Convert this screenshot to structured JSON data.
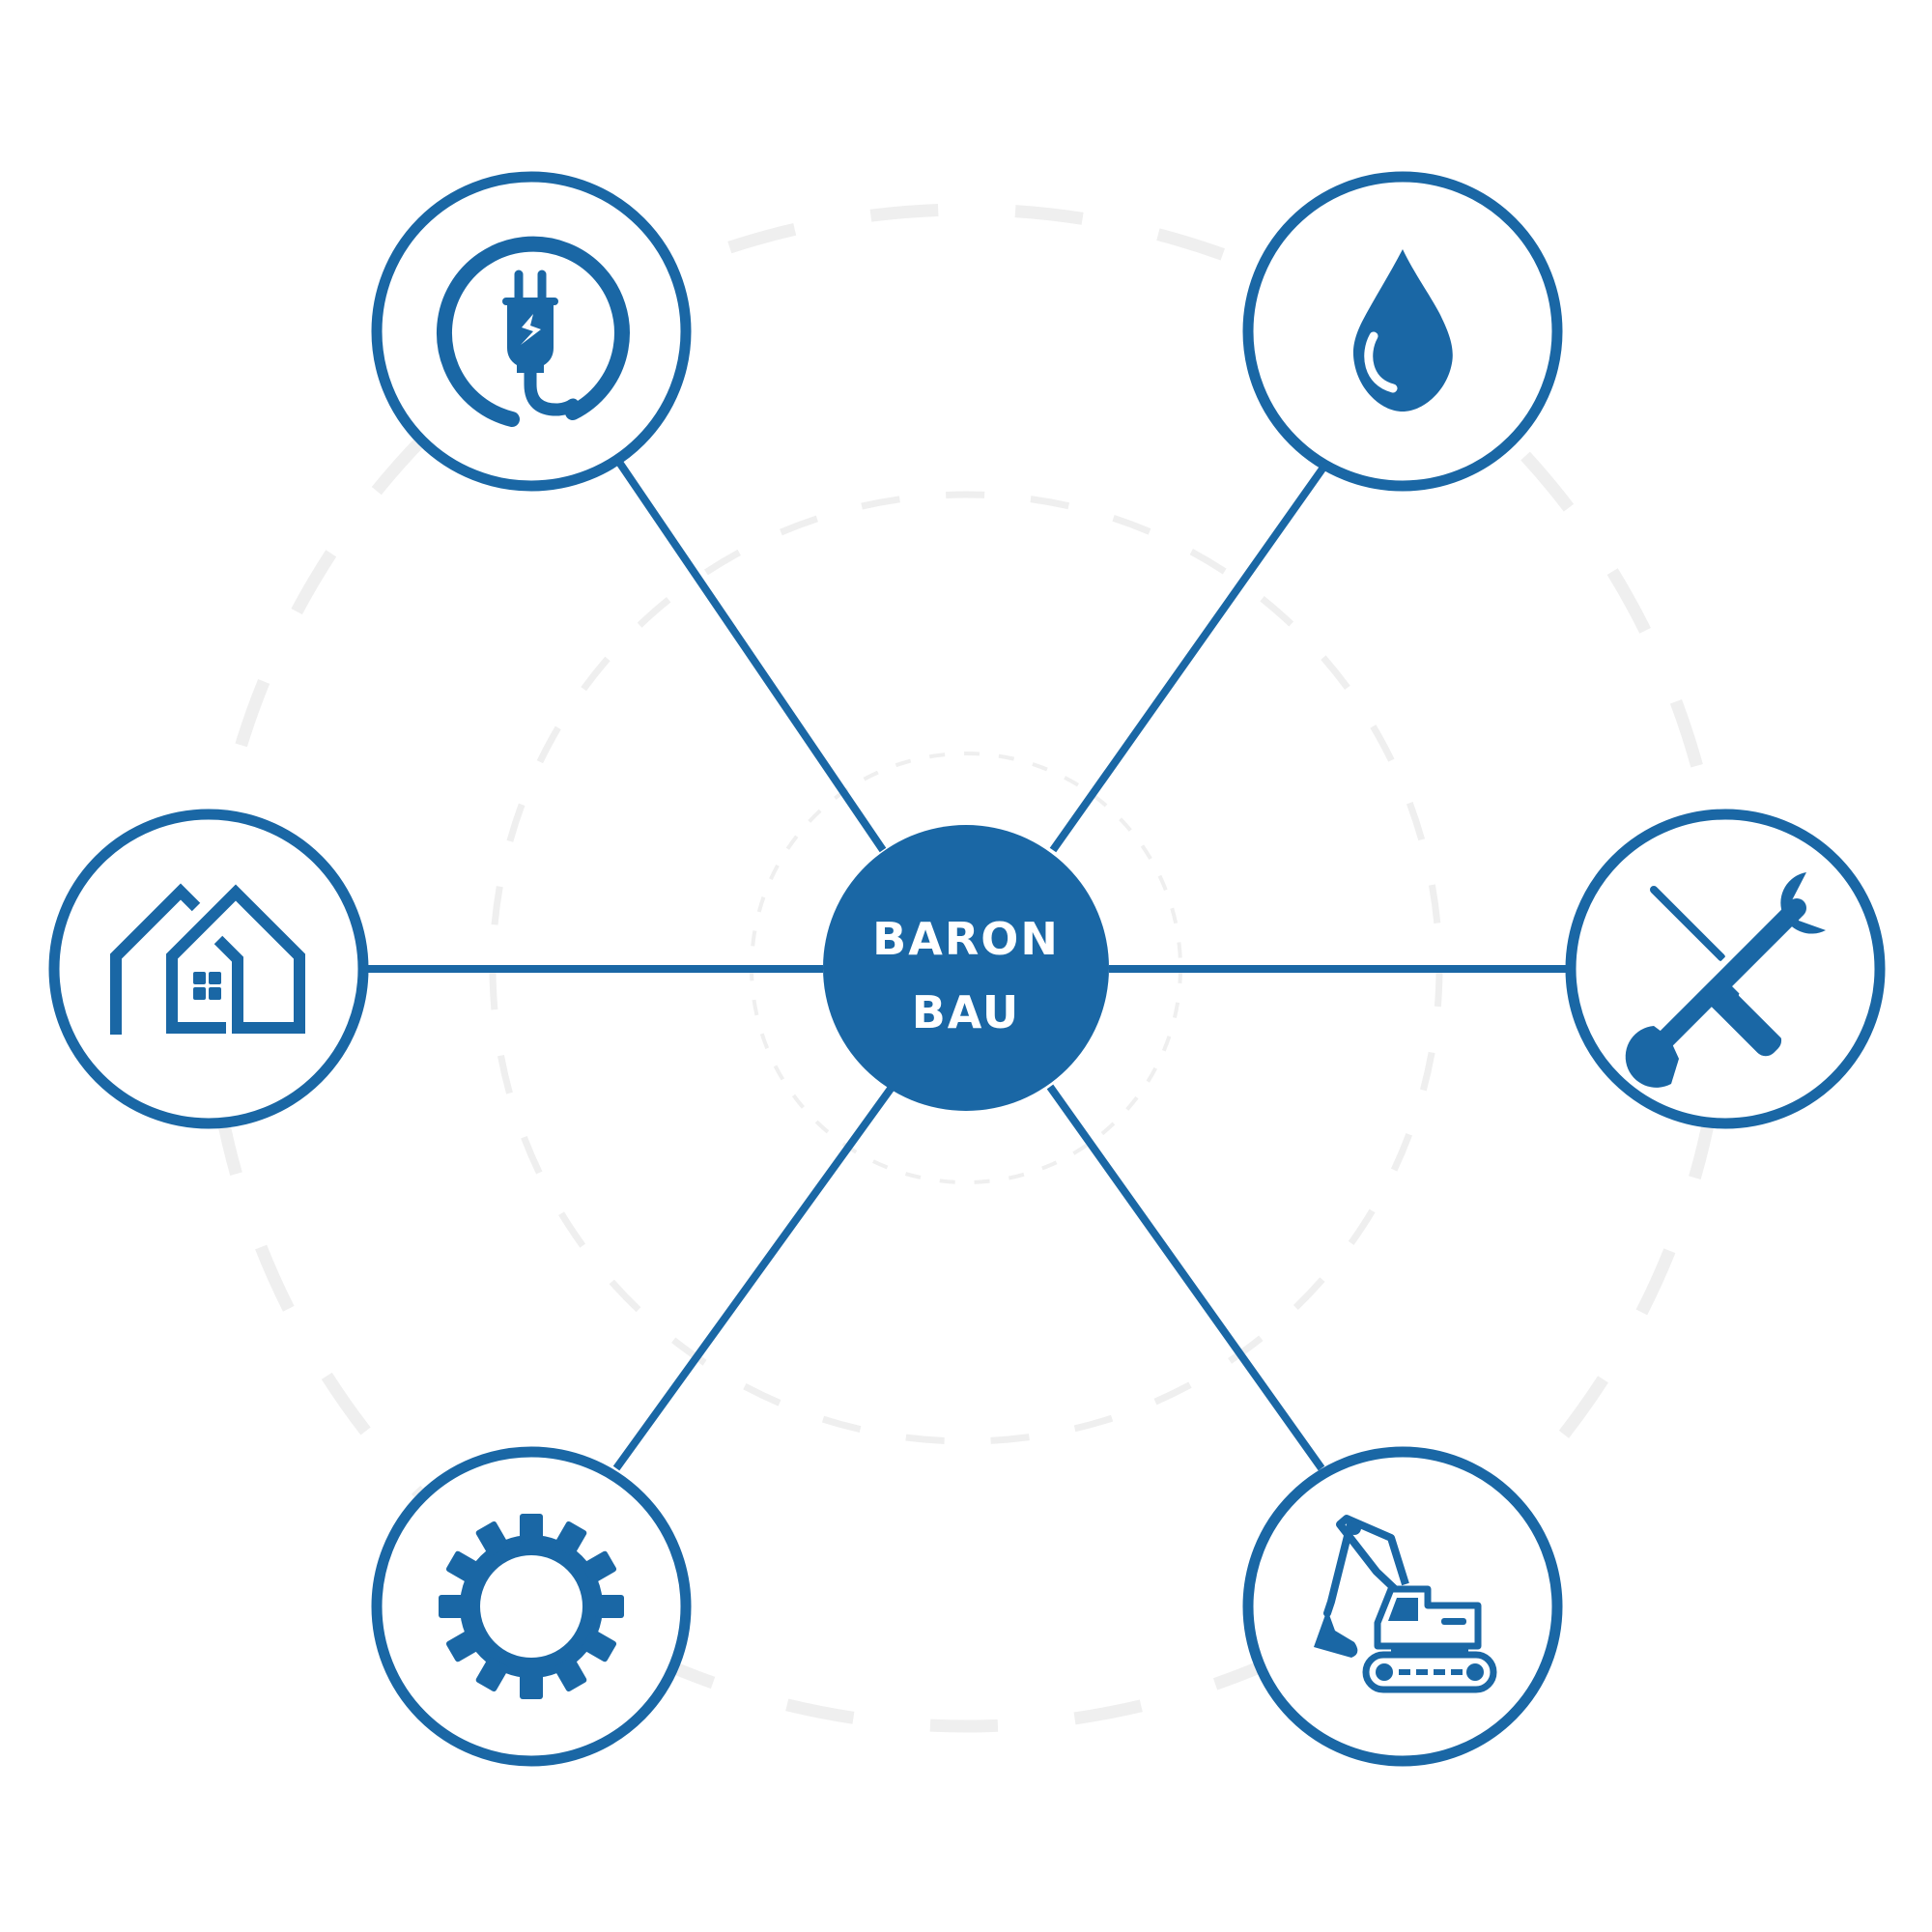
{
  "center": {
    "line1": "BARON",
    "line2": "BAU"
  },
  "colors": {
    "primary": "#1a67a5",
    "ring_background": "#efefef",
    "background": "#ffffff"
  },
  "nodes": [
    {
      "id": "electrical",
      "icon": "power-plug-icon"
    },
    {
      "id": "water",
      "icon": "water-drop-icon"
    },
    {
      "id": "housing",
      "icon": "houses-icon"
    },
    {
      "id": "repair",
      "icon": "wrench-screwdriver-icon"
    },
    {
      "id": "engineering",
      "icon": "gear-icon"
    },
    {
      "id": "earthworks",
      "icon": "excavator-icon"
    }
  ]
}
